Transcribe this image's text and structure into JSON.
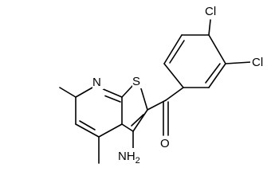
{
  "molecule": {
    "atoms": {
      "n_ring": "N",
      "s_ring": "S",
      "o_carbonyl": "O",
      "nh2": "NH",
      "nh2_subscript": "2",
      "cl_top": "Cl",
      "cl_right": "Cl"
    }
  }
}
